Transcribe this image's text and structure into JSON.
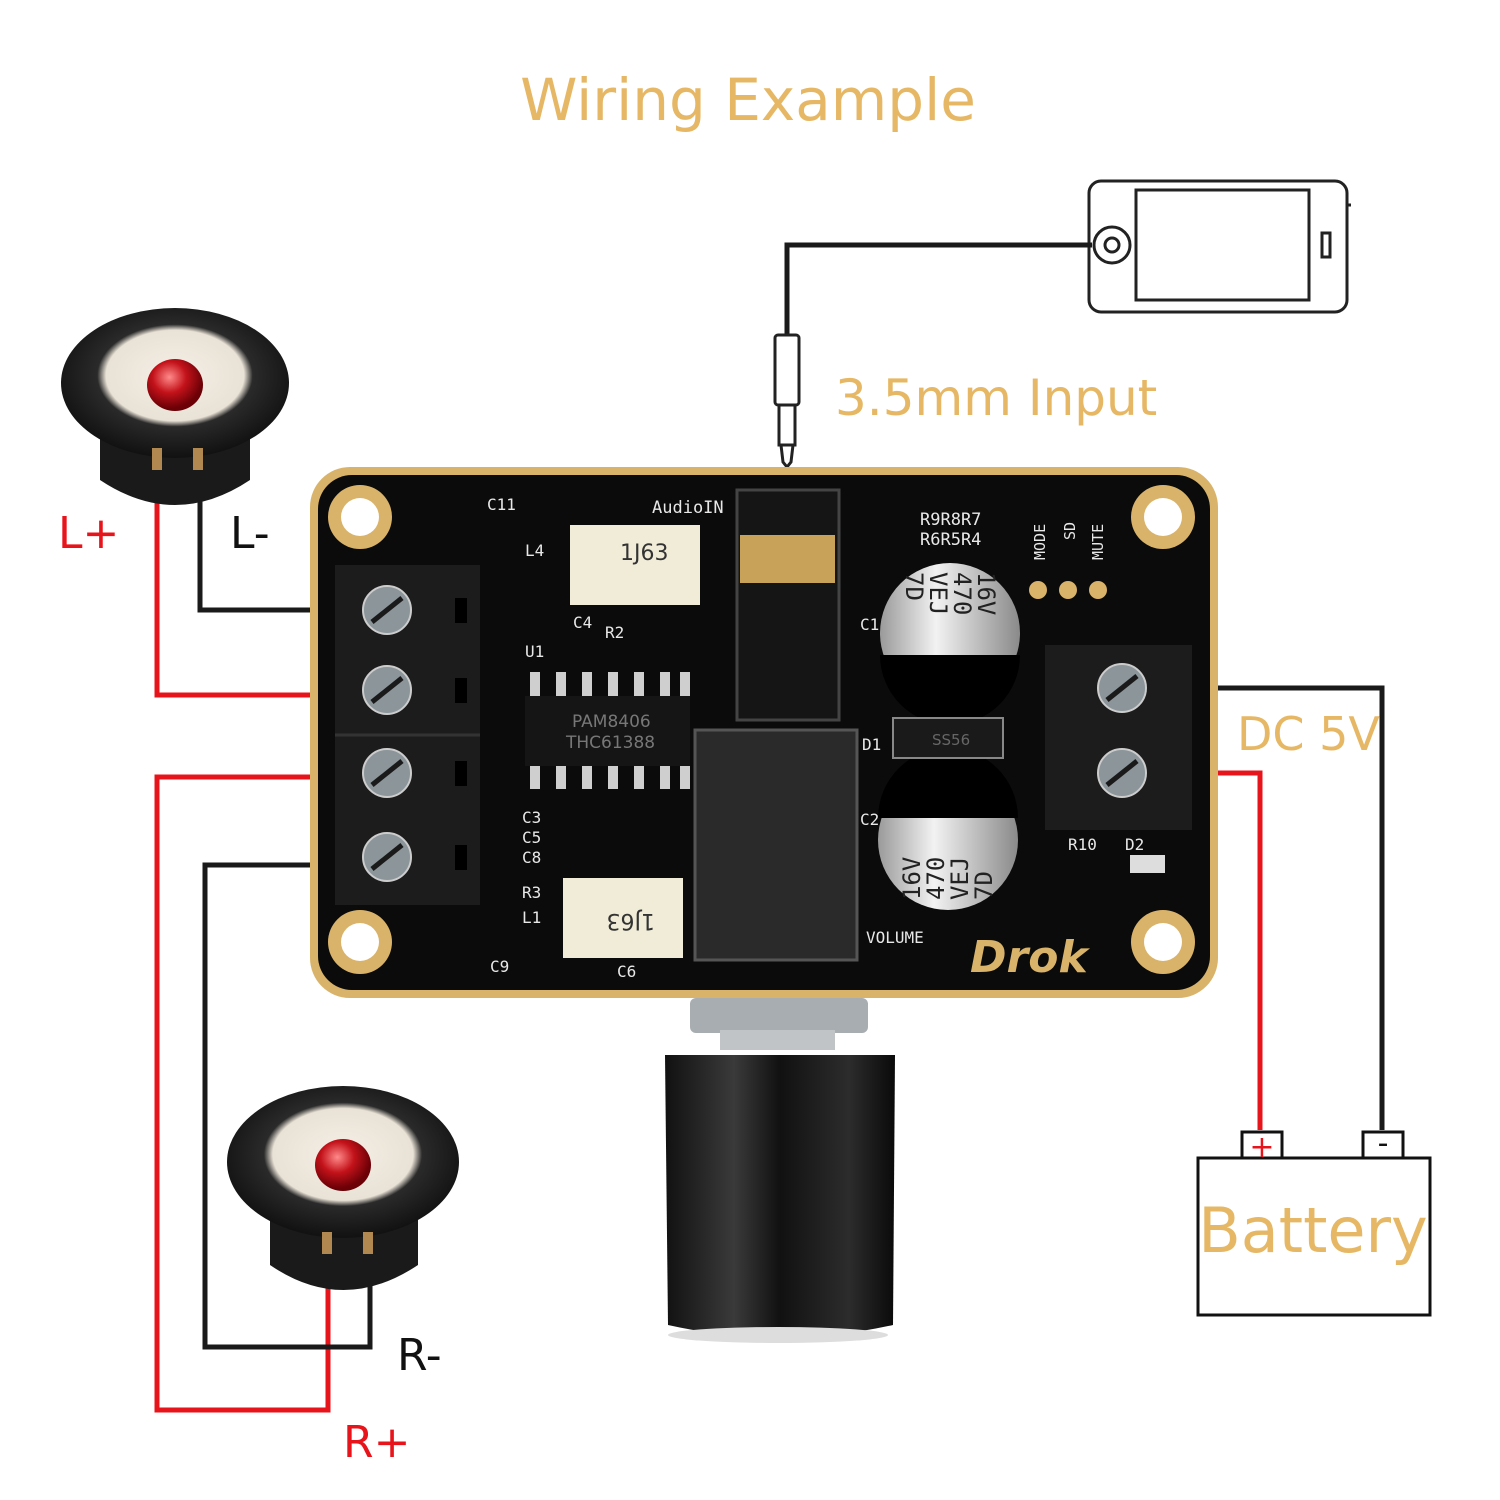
{
  "title": "Wiring Example",
  "input_label": "3.5mm Input",
  "power_label": "DC 5V",
  "battery": {
    "label": "Battery",
    "plus": "+",
    "minus": "-"
  },
  "speaker_labels": {
    "left_plus": "L+",
    "left_minus": "L-",
    "right_minus": "R-",
    "right_plus": "R+"
  },
  "board": {
    "brand": "Drok",
    "chip": [
      "PAM8406",
      "THC61388"
    ],
    "audio_in": "AudioIN",
    "volume": "VOLUME",
    "inductor_top": "1J63",
    "inductor_bottom": "1J63",
    "cap_c1": [
      "7D",
      "VEJ",
      "470",
      "16V"
    ],
    "cap_c2": [
      "7D",
      "VEJ",
      "470",
      "16V"
    ],
    "diode": "SS56",
    "switch_labels": [
      "MODE",
      "SD",
      "MUTE"
    ],
    "resistor_labels": [
      "R9R8R7",
      "R6R5R4"
    ],
    "components": [
      "C11",
      "L4",
      "C4",
      "R2",
      "U1",
      "C3",
      "C5",
      "C8",
      "R3",
      "L1",
      "C9",
      "C6",
      "C1",
      "D1",
      "C2",
      "R10",
      "D2"
    ]
  },
  "colors": {
    "accent_text": "#E6B866",
    "positive_wire": "#E8141B",
    "negative_wire": "#1a1a1a",
    "pcb": "#0b0b0b",
    "pcb_edge": "#D9B36A"
  }
}
